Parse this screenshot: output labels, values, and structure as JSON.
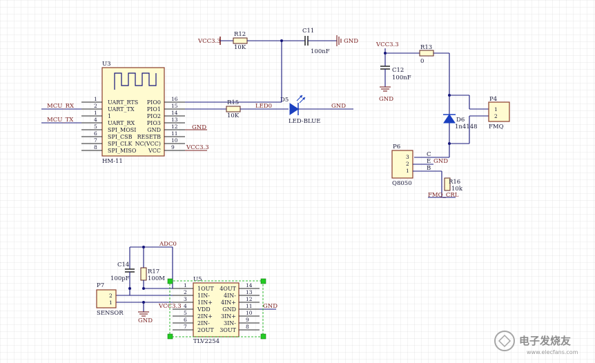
{
  "nets": {
    "vcc33": "VCC3.3",
    "gnd": "GND",
    "led0": "LED0",
    "mcu_rx": "MCU_RX",
    "mcu_tx": "MCU_TX",
    "adc0": "ADC0",
    "fmq_crl": "FMQ_CRL"
  },
  "u3": {
    "ref": "U3",
    "value": "HM-11",
    "left_pins": [
      {
        "num": "1",
        "name": "UART_RTS"
      },
      {
        "num": "2",
        "name": "UART_TX"
      },
      {
        "num": "1",
        "name": "1"
      },
      {
        "num": "4",
        "name": "UART_RX"
      },
      {
        "num": "5",
        "name": "SPI_MOSI"
      },
      {
        "num": "6",
        "name": "SPI_CSB"
      },
      {
        "num": "7",
        "name": "SPI_CLK"
      },
      {
        "num": "8",
        "name": "SPI_MISO"
      }
    ],
    "right_pins": [
      {
        "num": "16",
        "name": "PIO0"
      },
      {
        "num": "15",
        "name": "PIO1"
      },
      {
        "num": "14",
        "name": "PIO2"
      },
      {
        "num": "13",
        "name": "PIO3"
      },
      {
        "num": "12",
        "name": "GND"
      },
      {
        "num": "11",
        "name": "RESETB"
      },
      {
        "num": "10",
        "name": "NC(VCC)"
      },
      {
        "num": "9",
        "name": "VCC"
      }
    ]
  },
  "parts": {
    "r12": {
      "ref": "R12",
      "value": "10K"
    },
    "c11": {
      "ref": "C11",
      "value": "100nF"
    },
    "r15": {
      "ref": "R15",
      "value": "10K"
    },
    "d5": {
      "ref": "D5",
      "value": "LED-BLUE"
    },
    "r13": {
      "ref": "R13",
      "value": "0"
    },
    "c12": {
      "ref": "C12",
      "value": "100nF"
    },
    "d6": {
      "ref": "D6",
      "value": "1n4148"
    },
    "p4": {
      "ref": "P4",
      "value": "FMQ",
      "pins": [
        "1",
        "2"
      ]
    },
    "p6": {
      "ref": "P6",
      "value": "Q8050",
      "pins": [
        "3",
        "2",
        "1"
      ],
      "labels": [
        "C",
        "E",
        "B"
      ]
    },
    "r16": {
      "ref": "R16",
      "value": "10k"
    },
    "c14": {
      "ref": "C14",
      "value": "100pF"
    },
    "r17": {
      "ref": "R17",
      "value": "100M"
    },
    "p7": {
      "ref": "P7",
      "value": "SENSOR",
      "pins": [
        "2",
        "1"
      ]
    }
  },
  "u5": {
    "ref": "U5",
    "value": "TLV2254",
    "left_pins": [
      {
        "num": "1",
        "name": "1OUT"
      },
      {
        "num": "2",
        "name": "1IN-"
      },
      {
        "num": "3",
        "name": "1IN+"
      },
      {
        "num": "4",
        "name": "VDD"
      },
      {
        "num": "5",
        "name": "2IN+"
      },
      {
        "num": "6",
        "name": "2IN-"
      },
      {
        "num": "7",
        "name": "2OUT"
      }
    ],
    "right_pins": [
      {
        "num": "14",
        "name": "4OUT"
      },
      {
        "num": "13",
        "name": "4IN-"
      },
      {
        "num": "12",
        "name": "4IN+"
      },
      {
        "num": "11",
        "name": "GND"
      },
      {
        "num": "10",
        "name": "3IN+"
      },
      {
        "num": "9",
        "name": "3IN-"
      },
      {
        "num": "8",
        "name": "3OUT"
      }
    ]
  },
  "watermark": {
    "text": "电子发烧友",
    "url": "www.elecfans.com"
  },
  "colors": {
    "wire": "#15157a",
    "net_label": "#7a1f1f",
    "component_fill": "#fffbd0",
    "component_border": "#8a3c2a",
    "led": "#1a3fbf",
    "selection": "#2eb82e"
  }
}
